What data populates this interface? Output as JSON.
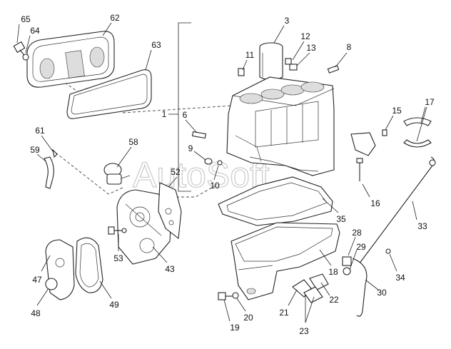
{
  "watermark": "AutoSoft",
  "callouts": [
    {
      "id": "65",
      "text": "65"
    },
    {
      "id": "64",
      "text": "64"
    },
    {
      "id": "62",
      "text": "62"
    },
    {
      "id": "63",
      "text": "63"
    },
    {
      "id": "3",
      "text": "3"
    },
    {
      "id": "12",
      "text": "12"
    },
    {
      "id": "13",
      "text": "13"
    },
    {
      "id": "11",
      "text": "11"
    },
    {
      "id": "8",
      "text": "8"
    },
    {
      "id": "1",
      "text": "1"
    },
    {
      "id": "6",
      "text": "6"
    },
    {
      "id": "15",
      "text": "15"
    },
    {
      "id": "17",
      "text": "17"
    },
    {
      "id": "61",
      "text": "61"
    },
    {
      "id": "59",
      "text": "59"
    },
    {
      "id": "58",
      "text": "58"
    },
    {
      "id": "9",
      "text": "9"
    },
    {
      "id": "10",
      "text": "10"
    },
    {
      "id": "52",
      "text": "52"
    },
    {
      "id": "16",
      "text": "16"
    },
    {
      "id": "33",
      "text": "33"
    },
    {
      "id": "35",
      "text": "35"
    },
    {
      "id": "28",
      "text": "28"
    },
    {
      "id": "29",
      "text": "29"
    },
    {
      "id": "53",
      "text": "53"
    },
    {
      "id": "43",
      "text": "43"
    },
    {
      "id": "18",
      "text": "18"
    },
    {
      "id": "34",
      "text": "34"
    },
    {
      "id": "47",
      "text": "47"
    },
    {
      "id": "49",
      "text": "49"
    },
    {
      "id": "48",
      "text": "48"
    },
    {
      "id": "20",
      "text": "20"
    },
    {
      "id": "19",
      "text": "19"
    },
    {
      "id": "21",
      "text": "21"
    },
    {
      "id": "22",
      "text": "22"
    },
    {
      "id": "23",
      "text": "23"
    },
    {
      "id": "30",
      "text": "30"
    }
  ]
}
